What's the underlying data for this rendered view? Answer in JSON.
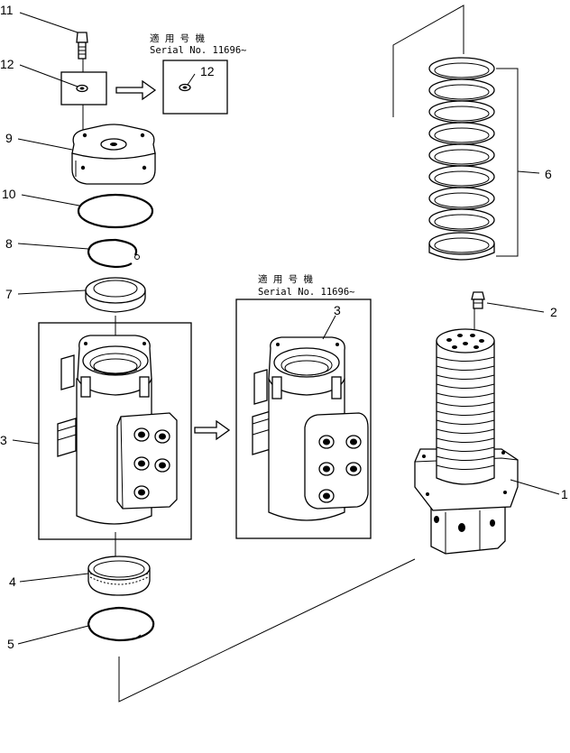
{
  "callouts": {
    "c1": "1",
    "c2": "2",
    "c3a": "3",
    "c3b": "3",
    "c4": "4",
    "c5": "5",
    "c6": "6",
    "c7": "7",
    "c8": "8",
    "c9": "9",
    "c10": "10",
    "c11": "11",
    "c12a": "12",
    "c12b": "12"
  },
  "notes": {
    "top_jp": "適 用 号 機",
    "top_serial": "Serial No. 11696~",
    "mid_jp": "適 用 号 機",
    "mid_serial": "Serial No. 11696~"
  },
  "colors": {
    "line": "#000000",
    "background": "#ffffff"
  }
}
